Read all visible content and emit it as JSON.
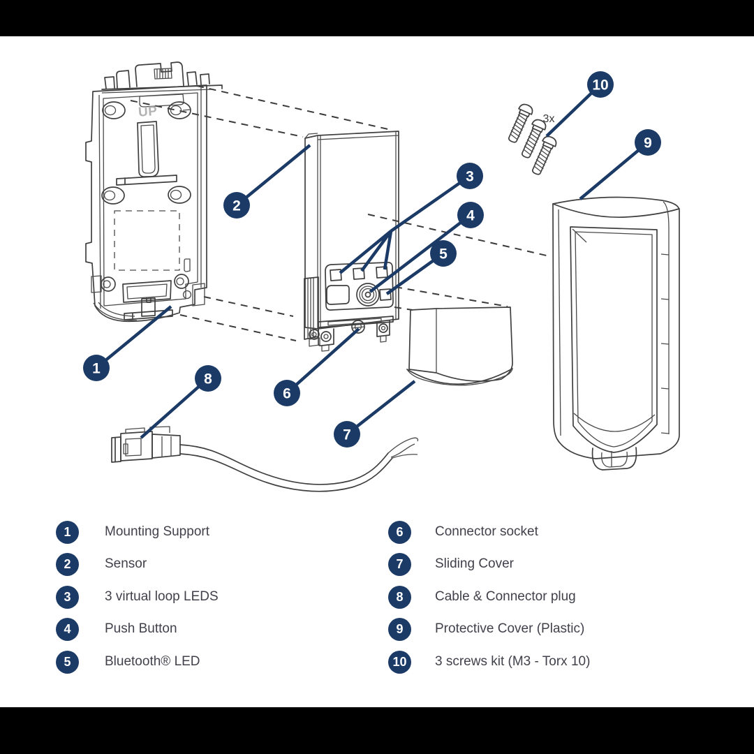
{
  "title": "Sensor exploded view diagram",
  "colors": {
    "accent": "#1b3a66",
    "line_art": "#3f3f3f",
    "legend_text": "#41414b",
    "letterbox": "#000000",
    "canvas": "#ffffff",
    "up_marking_text": "#b3b3b3"
  },
  "diagram": {
    "up_marking": "UP",
    "screw_quantity_label": "3x",
    "callouts": [
      {
        "num": "1"
      },
      {
        "num": "2"
      },
      {
        "num": "3"
      },
      {
        "num": "4"
      },
      {
        "num": "5"
      },
      {
        "num": "6"
      },
      {
        "num": "7"
      },
      {
        "num": "8"
      },
      {
        "num": "9"
      },
      {
        "num": "10"
      }
    ]
  },
  "legend": {
    "left": [
      {
        "num": "1",
        "label": "Mounting Support"
      },
      {
        "num": "2",
        "label": "Sensor"
      },
      {
        "num": "3",
        "label": "3 virtual loop LEDS"
      },
      {
        "num": "4",
        "label": "Push Button"
      },
      {
        "num": "5",
        "label": "Bluetooth® LED"
      },
      {
        "num": "6",
        "label": "Connector socket"
      }
    ],
    "right": [
      {
        "num": "6",
        "label": "Connector socket"
      },
      {
        "num": "7",
        "label": "Sliding Cover"
      },
      {
        "num": "8",
        "label": "Cable & Connector plug"
      },
      {
        "num": "9",
        "label": "Protective Cover (Plastic)"
      },
      {
        "num": "10",
        "label": "3 screws kit (M3 - Torx 10)"
      }
    ]
  }
}
